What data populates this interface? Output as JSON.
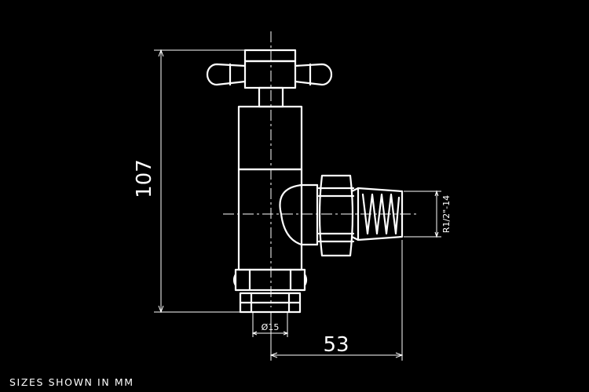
{
  "diagram": {
    "dimensions": {
      "height": "107",
      "width": "53",
      "pipe_diameter": "Ø15",
      "thread": "R1/2\"-14"
    },
    "note": "SIZES SHOWN IN MM",
    "colors": {
      "background": "#000000",
      "line": "#ffffff"
    }
  }
}
